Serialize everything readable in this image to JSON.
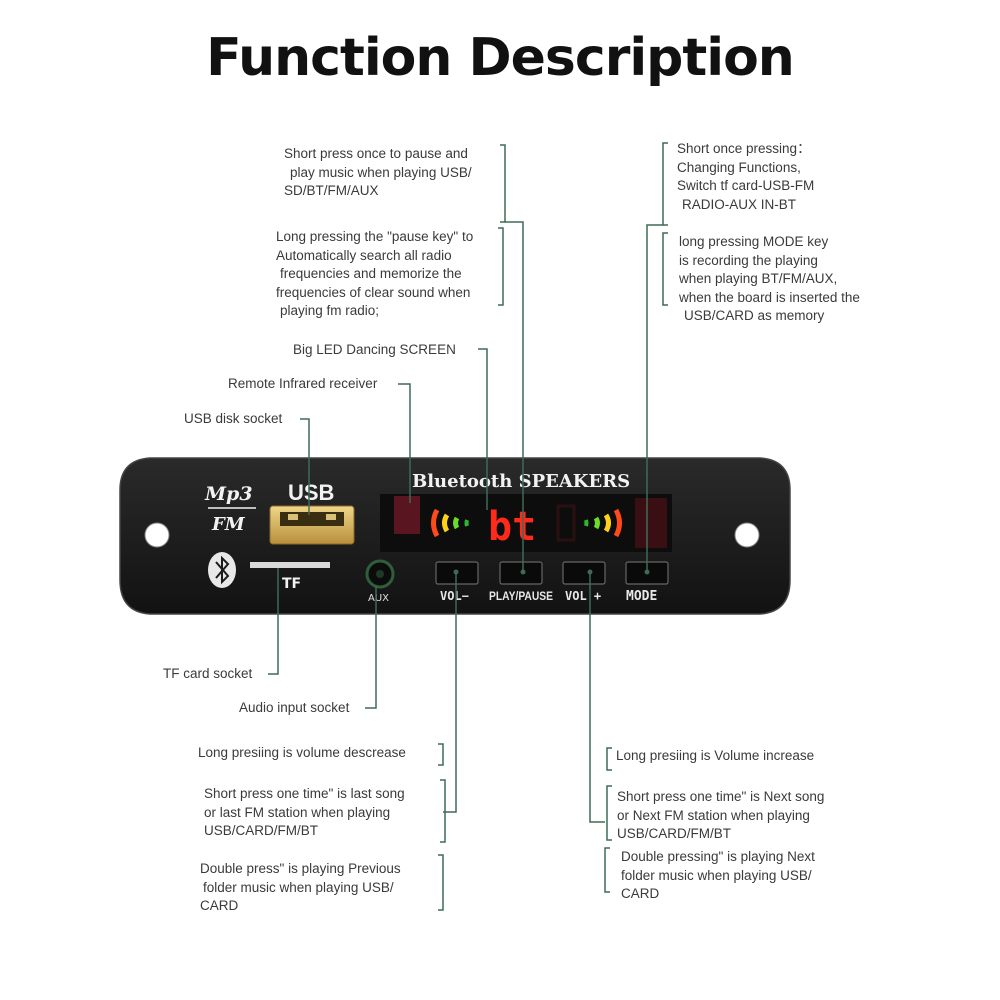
{
  "title": "Function Description",
  "play_pause": {
    "short_press": [
      "Short press once to pause and",
      "play music when playing USB/",
      "SD/BT/FM/AUX"
    ],
    "long_press": [
      "Long pressing the \"pause key\" to",
      "Automatically search all radio",
      "frequencies and memorize the",
      "frequencies of clear sound when",
      "playing fm radio;"
    ]
  },
  "mode": {
    "short_press": [
      "Short once pressing：",
      "Changing Functions,",
      "Switch tf card-USB-FM",
      "RADIO-AUX IN-BT"
    ],
    "long_press": [
      "long pressing MODE key",
      "is recording the playing",
      "when playing BT/FM/AUX,",
      "when the board is inserted the",
      "USB/CARD as memory"
    ]
  },
  "labels": {
    "screen": "Big LED Dancing SCREEN",
    "infrared": "Remote Infrared receiver",
    "usb_socket": "USB disk socket",
    "tf_socket": "TF card socket",
    "audio_socket": "Audio input socket"
  },
  "board": {
    "mp3": "Mp3",
    "fm": "FM",
    "usb": "USB",
    "tf": "TF",
    "aux": "AUX",
    "banner": "Bluetooth SPEAKERS",
    "display": "bt",
    "buttons": [
      "VOL−",
      "PLAY/PAUSE",
      "VOL +",
      "MODE"
    ]
  },
  "vol_down": {
    "long_press": [
      "Long presiing is volume descrease"
    ],
    "short_press": [
      "Short press one time\" is last song",
      "or last FM station when playing",
      "USB/CARD/FM/BT"
    ],
    "double_press": [
      "Double press\" is playing Previous",
      "folder music when playing USB/",
      "CARD"
    ]
  },
  "vol_up": {
    "long_press": [
      "Long presiing is Volume increase"
    ],
    "short_press": [
      "Short press one time\" is Next song",
      "or Next FM station when playing",
      "USB/CARD/FM/BT"
    ],
    "double_press": [
      "Double pressing\" is playing Next",
      "folder music when playing USB/",
      "CARD"
    ]
  },
  "colors": {
    "leader": "#3e6b56",
    "board": "#1b1b1b",
    "display_red": "#ff2a1a"
  }
}
